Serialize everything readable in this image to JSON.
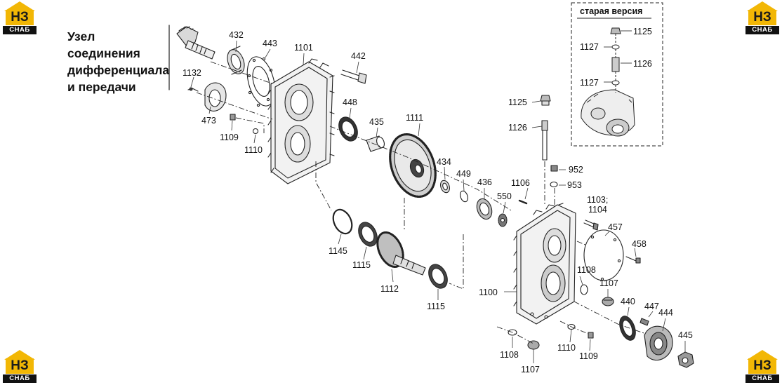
{
  "title": {
    "lines": [
      "Узел",
      "соединения",
      "дифференциала",
      "и передачи"
    ]
  },
  "logo": {
    "mark": "НЗ",
    "caption": "СНАБ"
  },
  "inset": {
    "title": "старая версия"
  },
  "labels": {
    "p432": "432",
    "p443": "443",
    "p1101": "1101",
    "p442": "442",
    "p1132": "1132",
    "p473": "473",
    "p1109a": "1109",
    "p1110a": "1110",
    "p448": "448",
    "p435": "435",
    "p1111": "1111",
    "p434": "434",
    "p449": "449",
    "p436": "436",
    "p550": "550",
    "p1106": "1106",
    "p1125": "1125",
    "p1126": "1126",
    "p952": "952",
    "p953": "953",
    "p1103": "1103;",
    "p1104": "1104",
    "p457": "457",
    "p458": "458",
    "p1145": "1145",
    "p1115a": "1115",
    "p1112": "1112",
    "p1115b": "1115",
    "p1100": "1100",
    "p1108a": "1108",
    "p1107a": "1107",
    "p440": "440",
    "p447": "447",
    "p444": "444",
    "p445": "445",
    "p1108b": "1108",
    "p1107b": "1107",
    "p1110b": "1110",
    "p1109b": "1109",
    "i1125": "1125",
    "i1127a": "1127",
    "i1126": "1126",
    "i1127b": "1127"
  },
  "colors": {
    "logo_yellow": "#f2b705",
    "ink": "#222222"
  }
}
